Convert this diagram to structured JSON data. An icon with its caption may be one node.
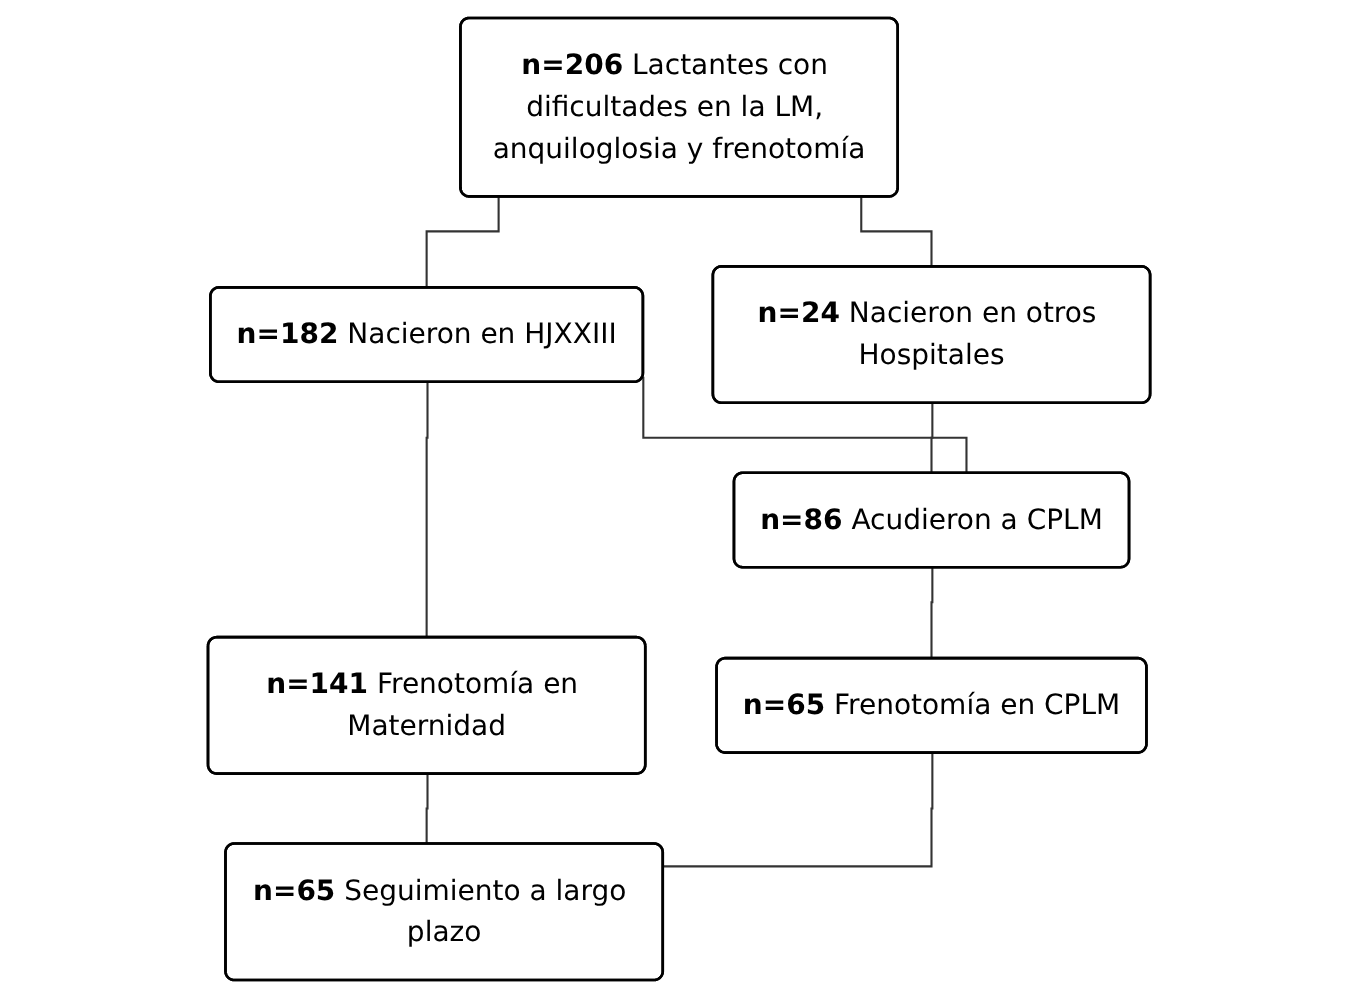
{
  "diagram": {
    "nodes": [
      {
        "text": [
          "**n=206** Lactantes con dificultades en la LM, anquiloglosia y frenotomía"
        ]
      },
      {
        "text": [
          "**n=182** Nacieron en HJXXIII"
        ]
      },
      {
        "text": [
          "**n=24** Nacieron en otros Hospitales"
        ]
      },
      {
        "text": [
          "**n=86** Acudieron a CPLM"
        ]
      },
      {
        "text": [
          "**n=141** Frenotomía en Maternidad"
        ]
      },
      {
        "text": [
          "**n=65** Frenotomía en CPLM"
        ]
      },
      {
        "text": [
          "**n=65** Seguimiento a largo plazo"
        ]
      }
    ],
    "edges": [
      {
        "from": 0,
        "to": 1,
        "arrow": "none"
      },
      {
        "from": 0,
        "to": 2,
        "arrow": "none"
      },
      {
        "from": 2,
        "to": 3,
        "arrow": "none"
      },
      {
        "from": 1,
        "to": 3,
        "arrow": "none"
      },
      {
        "from": 1,
        "to": 4,
        "arrow": "none"
      },
      {
        "from": 3,
        "to": 5,
        "arrow": "none"
      },
      {
        "from": 4,
        "to": 6,
        "arrow": "none"
      },
      {
        "from": 5,
        "to": 6,
        "arrow": "none"
      }
    ]
  }
}
